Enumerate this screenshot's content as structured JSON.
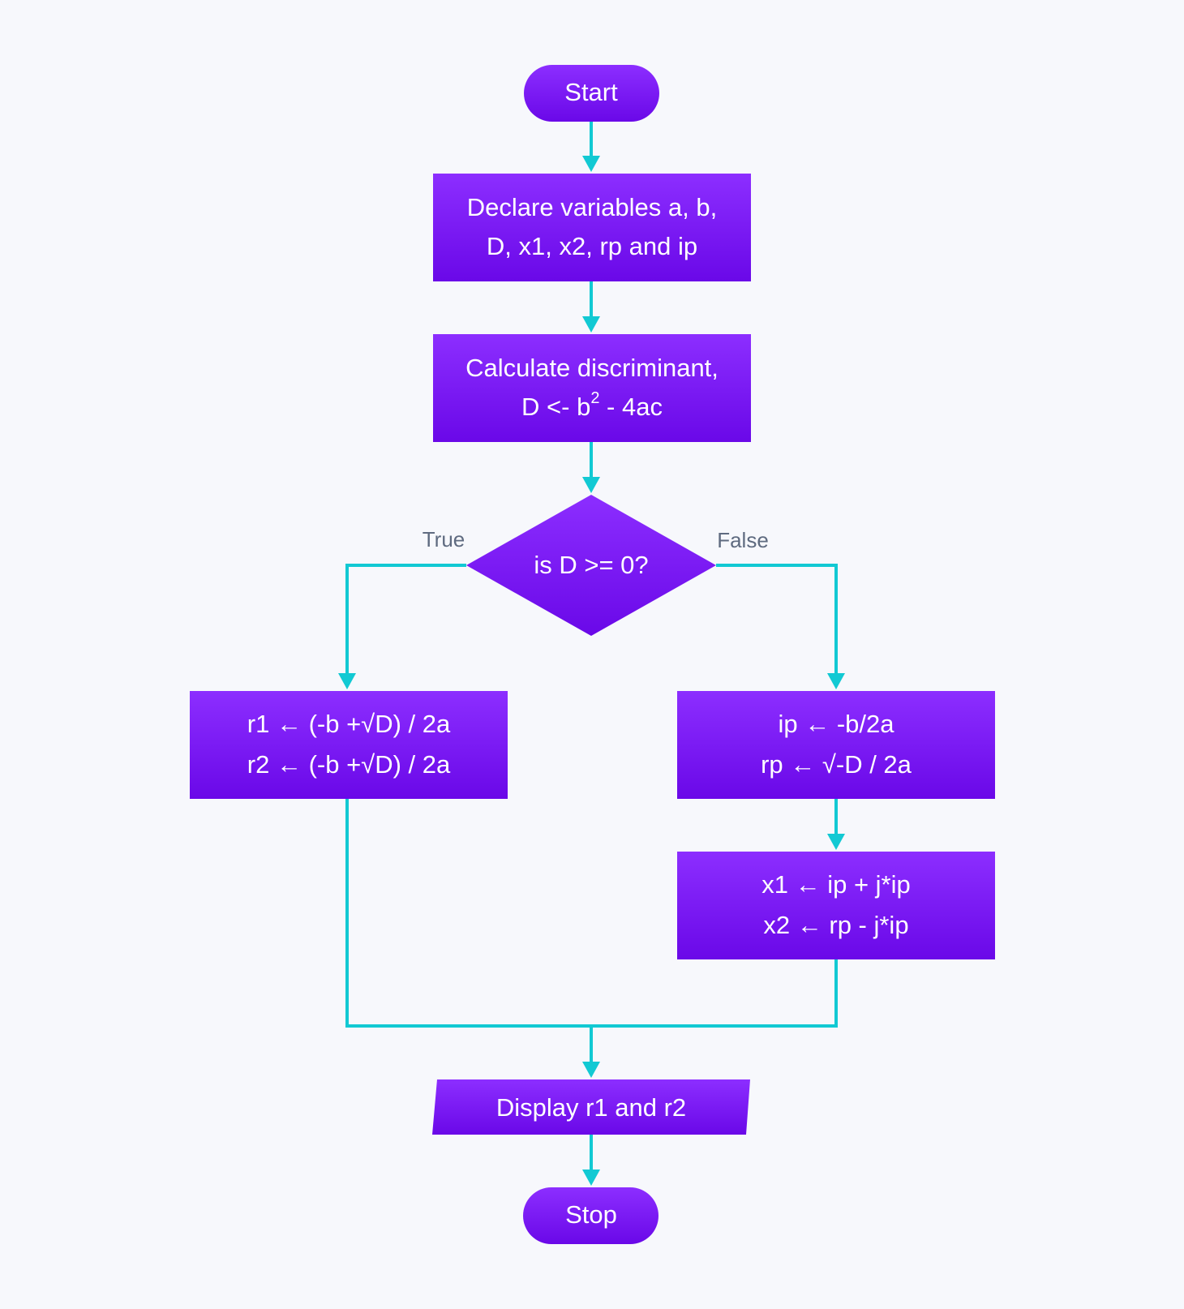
{
  "nodes": {
    "start": {
      "label": "Start"
    },
    "declare": {
      "lines": [
        "Declare variables a, b,",
        "D, x1, x2, rp and ip"
      ]
    },
    "calculate": {
      "line1": "Calculate discriminant,",
      "line2_pre": "D <- b",
      "line2_sup": "2",
      "line2_post": " - 4ac"
    },
    "decision": {
      "label": "is D >= 0?"
    },
    "true_branch": {
      "lines": [
        "r1 ← (-b +√D) / 2a",
        "r2 ← (-b +√D) / 2a"
      ]
    },
    "false_branch_1": {
      "lines": [
        "ip ← -b/2a",
        "rp ← √-D / 2a"
      ]
    },
    "false_branch_2": {
      "lines": [
        "x1 ← ip + j*ip",
        "x2 ← rp - j*ip"
      ]
    },
    "display": {
      "label": "Display r1 and r2"
    },
    "stop": {
      "label": "Stop"
    }
  },
  "edge_labels": {
    "true": "True",
    "false": "False"
  },
  "colors": {
    "background": "#f7f8fc",
    "node_fill_top": "#8c2eff",
    "node_fill_bottom": "#6a08e8",
    "edge": "#12c9d3",
    "branch_label": "#5f6b80",
    "text": "#ffffff"
  }
}
